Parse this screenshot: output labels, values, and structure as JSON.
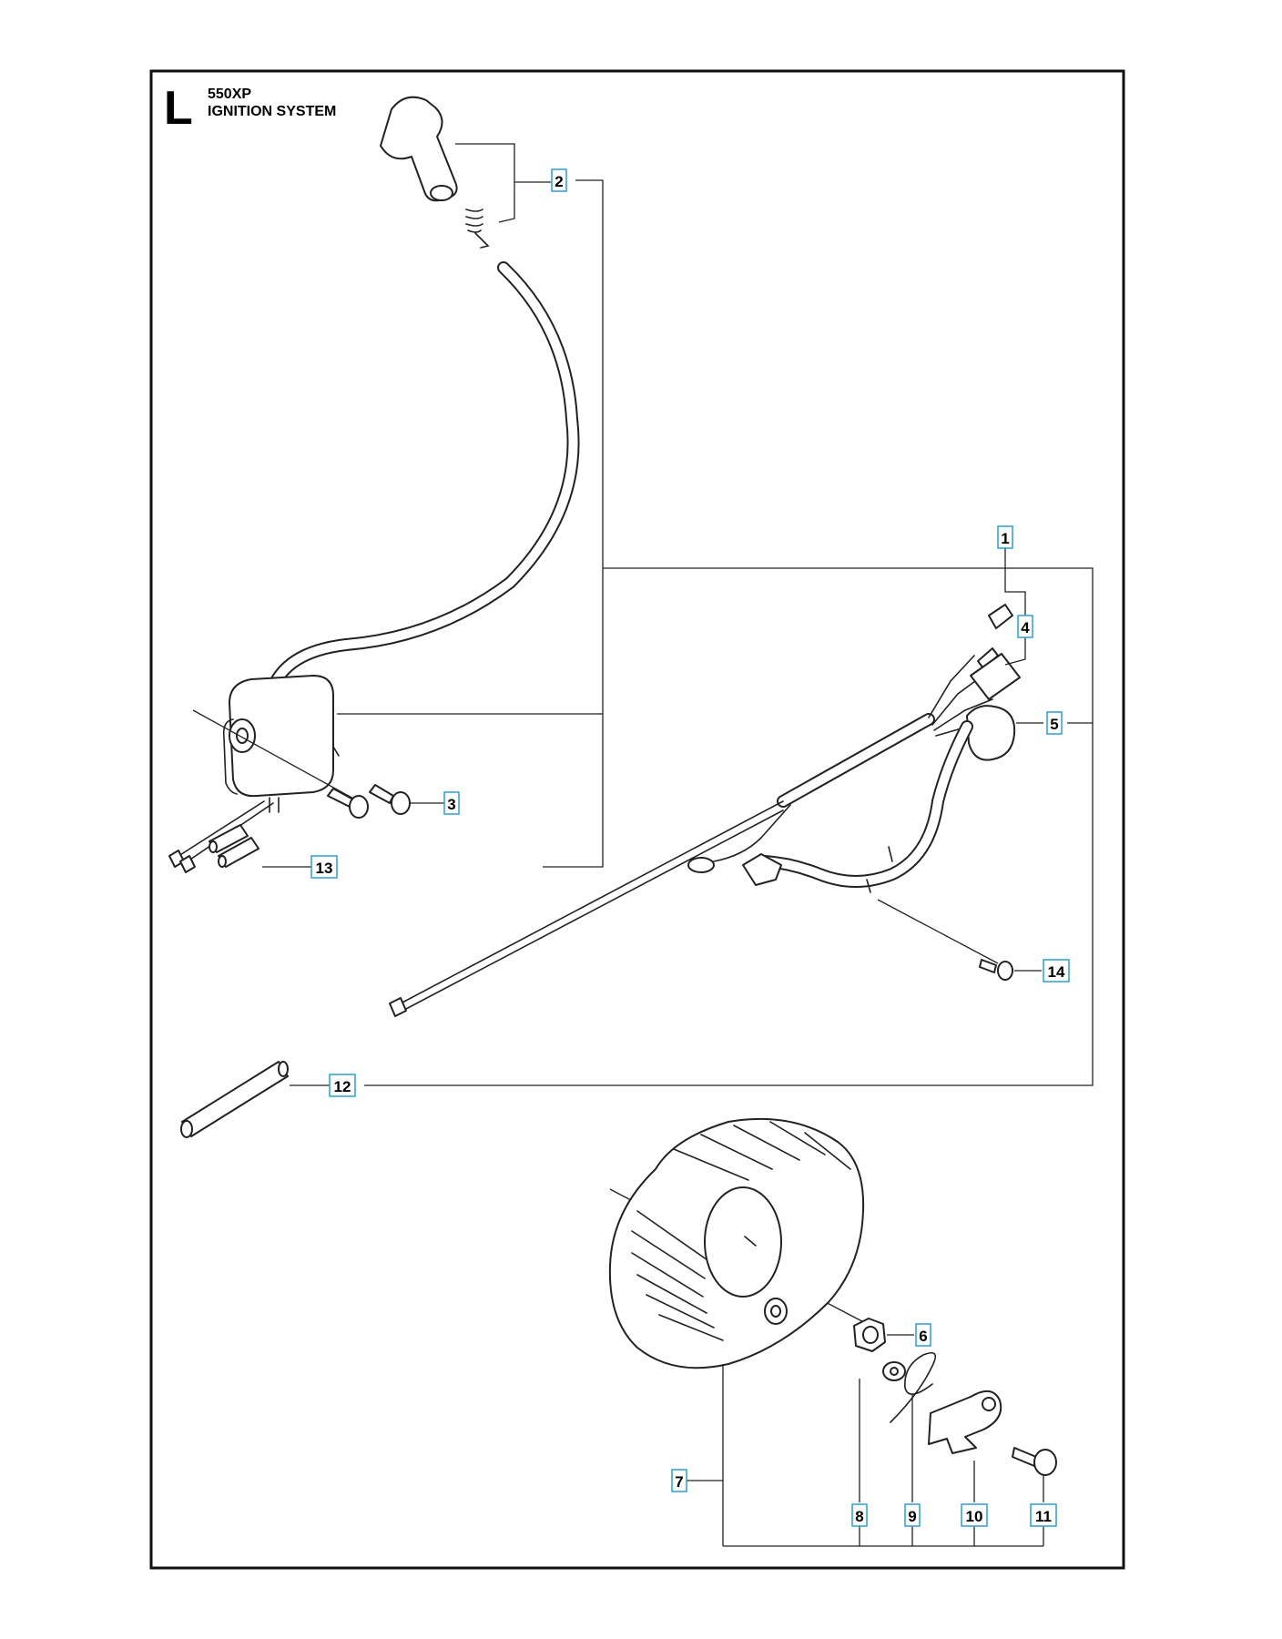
{
  "section": {
    "letter": "L",
    "model": "550XP",
    "title": "IGNITION SYSTEM"
  },
  "callouts": {
    "c1": "1",
    "c2": "2",
    "c3": "3",
    "c4": "4",
    "c5": "5",
    "c6": "6",
    "c7": "7",
    "c8": "8",
    "c9": "9",
    "c10": "10",
    "c11": "11",
    "c12": "12",
    "c13": "13",
    "c14": "14"
  },
  "colors": {
    "callout_border": "#2a9fd6",
    "line": "#222222"
  }
}
